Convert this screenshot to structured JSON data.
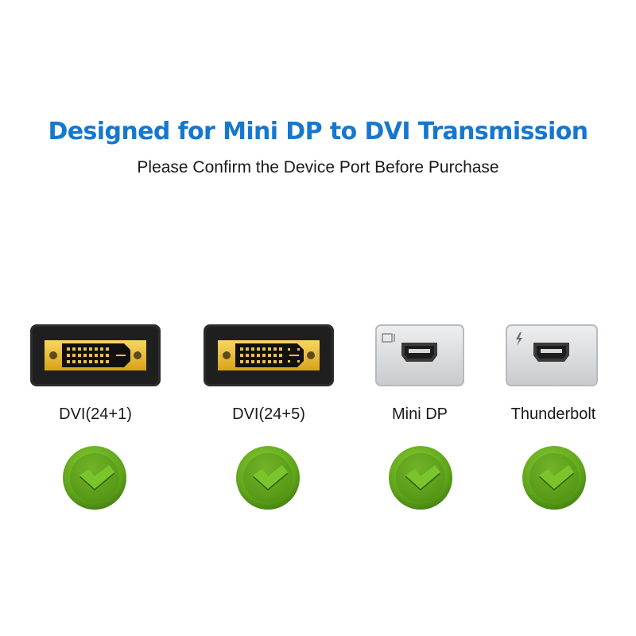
{
  "header": {
    "title": "Designed for Mini DP to DVI Transmission",
    "subtitle": "Please Confirm the Device Port Before Purchase"
  },
  "ports": [
    {
      "label": "DVI(24+1)",
      "type": "dvi-24-1",
      "icon": "dvi-connector-icon",
      "supported": true
    },
    {
      "label": "DVI(24+5)",
      "type": "dvi-24-5",
      "icon": "dvi-connector-icon",
      "supported": true
    },
    {
      "label": "Mini DP",
      "type": "mini-displayport",
      "icon": "mini-displayport-icon",
      "supported": true
    },
    {
      "label": "Thunderbolt",
      "type": "thunderbolt",
      "icon": "thunderbolt-port-icon",
      "supported": true
    }
  ],
  "colors": {
    "title": "#1677cf",
    "check_green": "#6ab51f",
    "dvi_gold": "#f0c436",
    "port_body_dark": "#2b2b2b",
    "port_body_silver": "#d9dadb"
  }
}
